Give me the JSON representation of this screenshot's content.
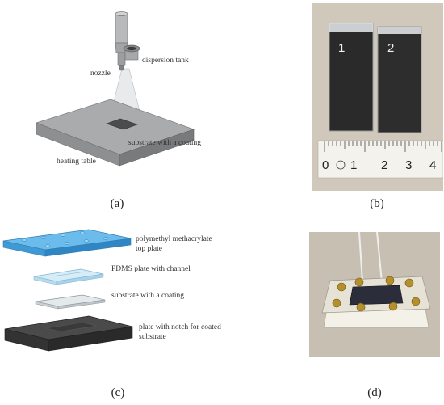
{
  "panel_a": {
    "caption": "(a)",
    "labels": {
      "dispersion_tank": "dispersion tank",
      "nozzle": "nozzle",
      "substrate": "substrate with a coating",
      "heating_table": "heating table"
    }
  },
  "panel_b": {
    "caption": "(b)",
    "sample_1": "1",
    "sample_2": "2",
    "ruler_numbers": [
      "0",
      "1",
      "2",
      "3",
      "4"
    ]
  },
  "panel_c": {
    "caption": "(c)",
    "labels": {
      "top_plate_line1": "polymethyl methacrylate",
      "top_plate_line2": "top plate",
      "pdms": "PDMS plate with channel",
      "substrate": "substrate with a coating",
      "notch_line1": "plate with notch for coated",
      "notch_line2": "substrate"
    }
  },
  "panel_d": {
    "caption": "(d)"
  },
  "colors": {
    "pmma_blue": "#4aa8e0",
    "pdms_blue": "#cfe6f3",
    "dark_plate": "#3a3a3a",
    "photo_bg": "#c9bfb1"
  }
}
